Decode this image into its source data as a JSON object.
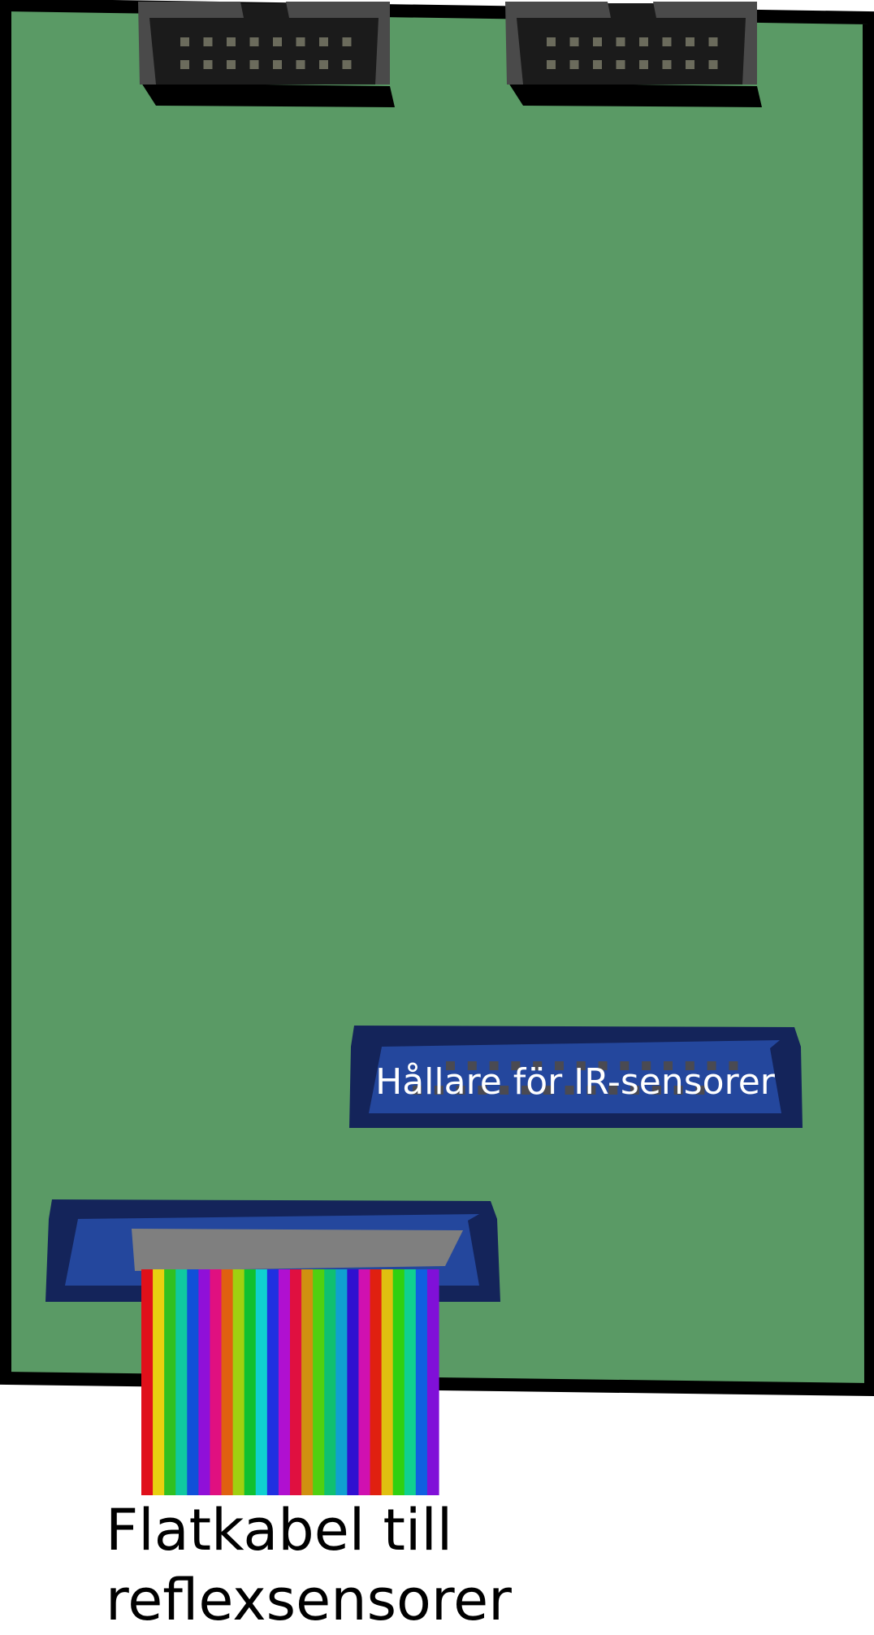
{
  "labels": {
    "ir_holder": "Hållare för IR-sensorer",
    "flat_cable_line1": "Flatkabel till",
    "flat_cable_line2": "reflexsensorer"
  },
  "colors": {
    "board": "#5a9a65",
    "board_border": "#000000",
    "header_body": "#1b1b1b",
    "header_cap": "#4a4a4a",
    "header_pin": "#6b6b5c",
    "ir_holder_outer": "#14245a",
    "ir_holder_inner": "#24479d",
    "cable_clamp": "#7f7f7f"
  },
  "components": {
    "pin_headers": [
      "pin-header-left",
      "pin-header-right"
    ],
    "pin_header_rows": 2,
    "pin_header_pins_per_row": 8,
    "ir_holder_pins_per_row": 14,
    "ribbon_cable_wires": 26,
    "ribbon_colors": [
      "#e0101a",
      "#e8d010",
      "#30c020",
      "#10c8a0",
      "#1050d8",
      "#9010d8",
      "#e01080",
      "#e06010",
      "#a0d010",
      "#10c030",
      "#10d0d0",
      "#2030e0",
      "#b010d0",
      "#e01040",
      "#d09010",
      "#50d010",
      "#10c070",
      "#10a0d0",
      "#3010d0",
      "#d010b0",
      "#e02010",
      "#e0c010",
      "#30d010",
      "#10d090",
      "#1060e0",
      "#8010d8"
    ]
  }
}
